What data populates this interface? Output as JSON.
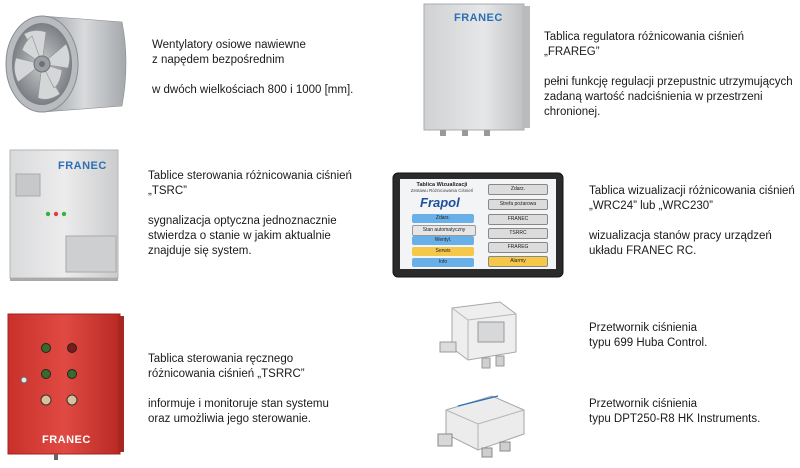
{
  "items": [
    {
      "lines": [
        "Wentylatory osiowe nawiewne",
        "z napędem bezpośrednim"
      ],
      "lines2": [
        "w dwóch wielkościach 800 i 1000 [mm]."
      ],
      "image_icon": "axial-fan"
    },
    {
      "lines": [
        "Tablica regulatora różnicowania ciśnień „FRAREG”"
      ],
      "lines2": [
        "pełni funkcję regulacji przepustnic utrzymujących",
        "zadaną wartość nadciśnienia w przestrzeni",
        "chronionej."
      ],
      "image_icon": "control-cabinet",
      "brand": "FRANEC"
    },
    {
      "lines": [
        "Tablice sterowania różnicowania ciśnień",
        "„TSRC”"
      ],
      "lines2": [
        "sygnalizacja optyczna jednoznacznie",
        "stwierdza o stanie w jakim aktualnie",
        "znajduje się system."
      ],
      "image_icon": "control-cabinet",
      "brand": "FRANEC"
    },
    {
      "lines": [
        "Tablica wizualizacji różnicowania ciśnień",
        "„WRC24” lub „WRC230”"
      ],
      "lines2": [
        "wizualizacja stanów pracy urządzeń",
        "układu FRANEC RC."
      ],
      "image_icon": "touch-panel",
      "hmi": {
        "title": "Tablica Wizualizacji",
        "subtitle": "Zestawu Różnicowania Ciśnień",
        "logo": "Frapol",
        "left_buttons": [
          "Zdarz.",
          "Stan automatyczny",
          "Wentyl.",
          "Serwis",
          "Info"
        ],
        "right_buttons": [
          "Zdarz.",
          "Strefa pożarowa",
          "FRANEC",
          "TSRRC",
          "FRAREG",
          "Alarmy"
        ]
      }
    },
    {
      "lines": [
        "Tablica sterowania ręcznego",
        "różnicowania ciśnień „TSRRC”"
      ],
      "lines2": [
        "informuje i monitoruje stan systemu",
        "oraz umożliwia jego sterowanie."
      ],
      "image_icon": "red-cabinet",
      "brand": "FRANEC"
    },
    {
      "lines": [
        "Przetwornik ciśnienia",
        "typu 699 Huba Control."
      ],
      "lines2": [],
      "image_icon": "pressure-transmitter"
    },
    {
      "lines": [
        "Przetwornik ciśnienia",
        "typu DPT250-R8 HK Instruments."
      ],
      "lines2": [],
      "image_icon": "pressure-transmitter"
    }
  ],
  "colors": {
    "text": "#1a1a1a",
    "red_cabinet": "#d9332e",
    "grey_cabinet": "#e3e3e3",
    "franec_blue": "#2d6fb5"
  }
}
